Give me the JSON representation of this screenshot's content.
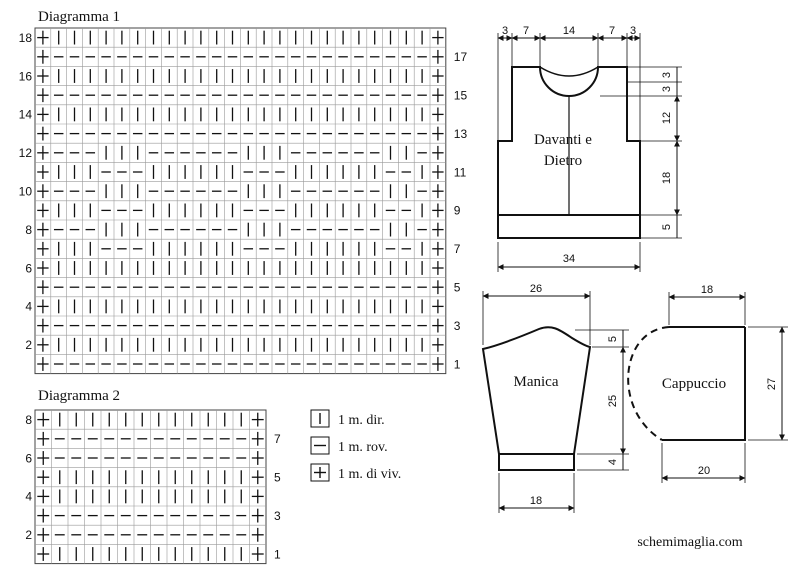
{
  "diagram1": {
    "title": "Diagramma 1",
    "left_row_numbers": [
      "18",
      "16",
      "14",
      "12",
      "10",
      "8",
      "6",
      "4",
      "2"
    ],
    "right_row_numbers": [
      "17",
      "15",
      "13",
      "11",
      "9",
      "7",
      "5",
      "3",
      "1"
    ],
    "rows_top_to_bottom": [
      "EKKKKKKKKKKKKKKKKKKKKKKKKE",
      "EPPPPPPPPPPPPPPPPPPPPPPPPE",
      "EKKKKKKKKKKKKKKKKKKKKKKKKE",
      "EPPPPPPPPPPPPPPPPPPPPPPPPE",
      "EKKKKKKKKKKKKKKKKKKKKKKKKE",
      "EPPPPPPPPPPPPPPPPPPPPPPPPE",
      "EPPPKKKPPPPPPKKKPPPPPPKKPE",
      "EKKKPPPKKKKKKPPPKKKKKKPPKE",
      "EPPPKKKPPPPPPKKKPPPPPPKKPE",
      "EKKKPPPKKKKKKPPPKKKKKKPPKE",
      "EPPPKKKPPPPPPKKKPPPPPPKKPE",
      "EKKKPPPKKKKKKPPPKKKKKKPPKE",
      "EKKKKKKKKKKKKKKKKKKKKKKKKE",
      "EPPPPPPPPPPPPPPPPPPPPPPPPE",
      "EKKKKKKKKKKKKKKKKKKKKKKKKE",
      "EPPPPPPPPPPPPPPPPPPPPPPPPE",
      "EKKKKKKKKKKKKKKKKKKKKKKKKE",
      "EPPPPPPPPPPPPPPPPPPPPPPPPE"
    ]
  },
  "diagram2": {
    "title": "Diagramma 2",
    "left_row_numbers": [
      "8",
      "6",
      "4",
      "2"
    ],
    "right_row_numbers": [
      "7",
      "5",
      "3",
      "1"
    ],
    "rows_top_to_bottom": [
      "EKKKKKKKKKKKKE",
      "EPPPPPPPPPPPPE",
      "EPPPPPPPPPPPPE",
      "EKKKKKKKKKKKKE",
      "EKKKKKKKKKKKKE",
      "EPPPPPPPPPPPPE",
      "EPPPPPPPPPPPPE",
      "EKKKKKKKKKKKKE"
    ]
  },
  "legend": [
    {
      "symbol": "K",
      "label": "1 m. dir."
    },
    {
      "symbol": "P",
      "label": "1 m. rov."
    },
    {
      "symbol": "E",
      "label": "1 m. di viv."
    }
  ],
  "body_piece": {
    "label_line1": "Davanti e",
    "label_line2": "Dietro",
    "top_dims": [
      "3",
      "7",
      "14",
      "7",
      "3"
    ],
    "right_dims": [
      "3",
      "3",
      "12",
      "18",
      "5"
    ],
    "bottom_dim": "34"
  },
  "sleeve_piece": {
    "label": "Manica",
    "top_dim": "26",
    "right_dims": [
      "5",
      "25",
      "4"
    ],
    "bottom_dim": "18"
  },
  "hood_piece": {
    "label": "Cappuccio",
    "top_dim": "18",
    "right_dim": "27",
    "bottom_dim": "20"
  },
  "website": "schemimaglia.com"
}
